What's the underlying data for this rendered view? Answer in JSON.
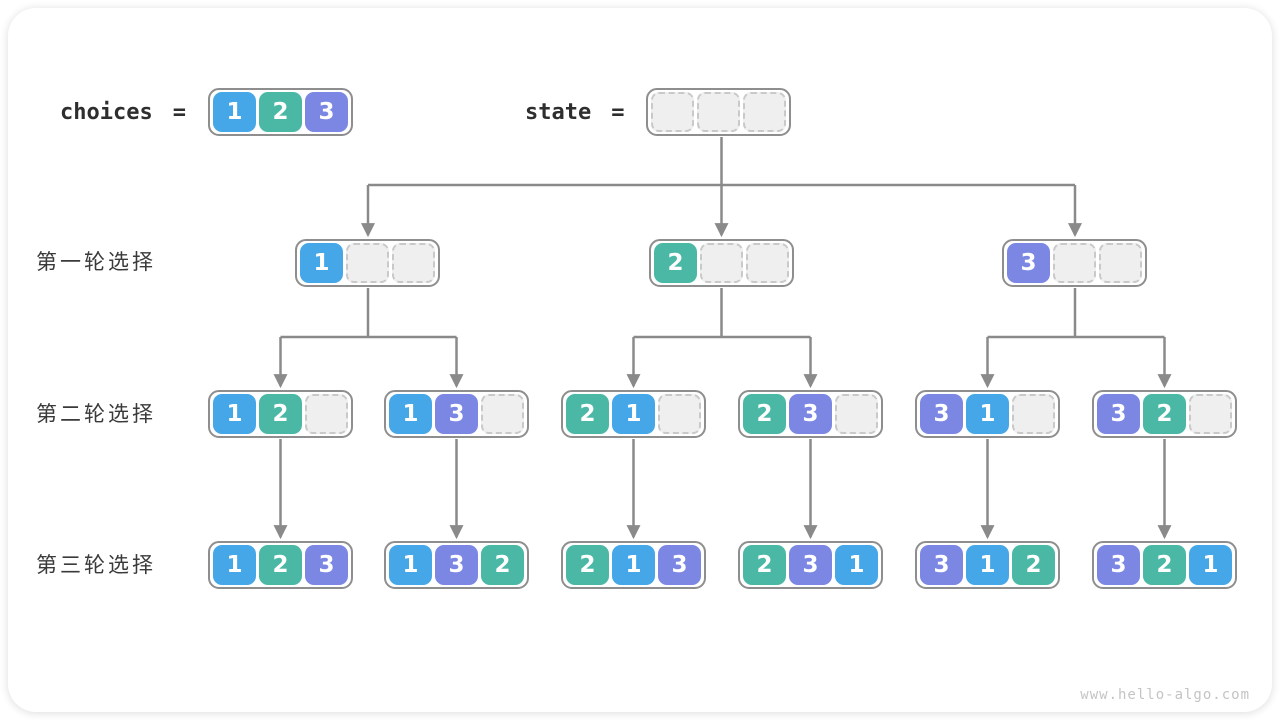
{
  "watermark": "www.hello-algo.com",
  "colors": {
    "1": "#45a6e8",
    "2": "#4bb8a6",
    "3": "#7b87e3",
    "box_border": "#8e8e8e",
    "arrow": "#8a8a8a",
    "empty_fill": "#efefef",
    "empty_border": "#c9c9c9",
    "label_text": "#3a3a3a"
  },
  "legend": {
    "choices_label": "choices",
    "equals": "=",
    "state_label": "state",
    "choices_cells": [
      1,
      2,
      3
    ],
    "state_cells": [
      null,
      null,
      null
    ]
  },
  "rows": [
    {
      "label": "第一轮选择",
      "nodes": [
        [
          1,
          null,
          null
        ],
        [
          2,
          null,
          null
        ],
        [
          3,
          null,
          null
        ]
      ]
    },
    {
      "label": "第二轮选择",
      "nodes": [
        [
          1,
          2,
          null
        ],
        [
          1,
          3,
          null
        ],
        [
          2,
          1,
          null
        ],
        [
          2,
          3,
          null
        ],
        [
          3,
          1,
          null
        ],
        [
          3,
          2,
          null
        ]
      ]
    },
    {
      "label": "第三轮选择",
      "nodes": [
        [
          1,
          2,
          3
        ],
        [
          1,
          3,
          2
        ],
        [
          2,
          1,
          3
        ],
        [
          2,
          3,
          1
        ],
        [
          3,
          1,
          2
        ],
        [
          3,
          2,
          1
        ]
      ]
    }
  ]
}
